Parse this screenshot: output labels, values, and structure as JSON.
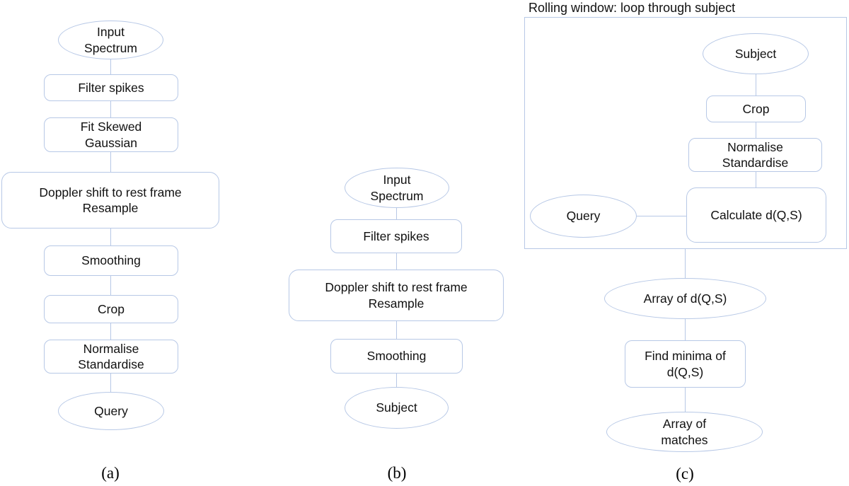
{
  "figure": {
    "background": "#ffffff",
    "stroke_color": "#b7c8e6",
    "text_color": "#111111"
  },
  "diagram_a": {
    "caption": "(a)",
    "nodes": {
      "input_spectrum": "Input\nSpectrum",
      "filter_spikes": "Filter spikes",
      "fit_skewed_gaussian": "Fit Skewed\nGaussian",
      "doppler_resample": "Doppler shift to rest frame\nResample",
      "smoothing": "Smoothing",
      "crop": "Crop",
      "normalise_standardise": "Normalise\nStandardise",
      "query": "Query"
    }
  },
  "diagram_b": {
    "caption": "(b)",
    "nodes": {
      "input_spectrum": "Input\nSpectrum",
      "filter_spikes": "Filter spikes",
      "doppler_resample": "Doppler shift to rest frame\nResample",
      "smoothing": "Smoothing",
      "subject": "Subject"
    }
  },
  "diagram_c": {
    "title": "Rolling window: loop through subject",
    "caption": "(c)",
    "nodes": {
      "subject": "Subject",
      "crop": "Crop",
      "normalise_standardise": "Normalise\nStandardise",
      "query": "Query",
      "calculate_dqs": "Calculate d(Q,S)",
      "array_of_dqs": "Array of d(Q,S)",
      "find_minima": "Find minima of\nd(Q,S)",
      "array_of_matches": "Array of\nmatches"
    }
  }
}
